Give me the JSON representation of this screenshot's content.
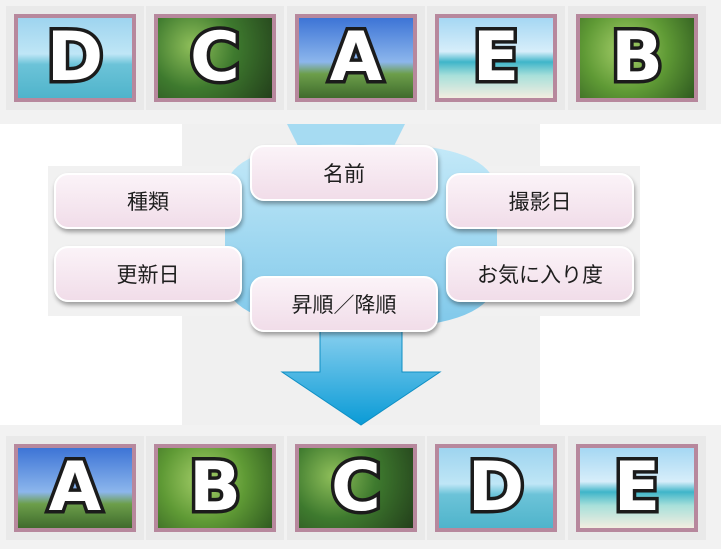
{
  "top_row": [
    {
      "letter": "D",
      "scene": "beach-dock"
    },
    {
      "letter": "C",
      "scene": "forest"
    },
    {
      "letter": "A",
      "scene": "sky-hill"
    },
    {
      "letter": "E",
      "scene": "sea-shore"
    },
    {
      "letter": "B",
      "scene": "flowers"
    }
  ],
  "bottom_row": [
    {
      "letter": "A",
      "scene": "sky-hill"
    },
    {
      "letter": "B",
      "scene": "flowers"
    },
    {
      "letter": "C",
      "scene": "forest"
    },
    {
      "letter": "D",
      "scene": "beach-dock"
    },
    {
      "letter": "E",
      "scene": "sea-shore"
    }
  ],
  "sort_options": {
    "name": "名前",
    "type": "種類",
    "date_taken": "撮影日",
    "date_modified": "更新日",
    "favorite": "お気に入り度",
    "order": "昇順／降順"
  },
  "colors": {
    "frame": "#b7889d",
    "pill_fill": "#f4e4ee",
    "arrow_light": "#aee0f6",
    "arrow_dark": "#13a3d8"
  }
}
